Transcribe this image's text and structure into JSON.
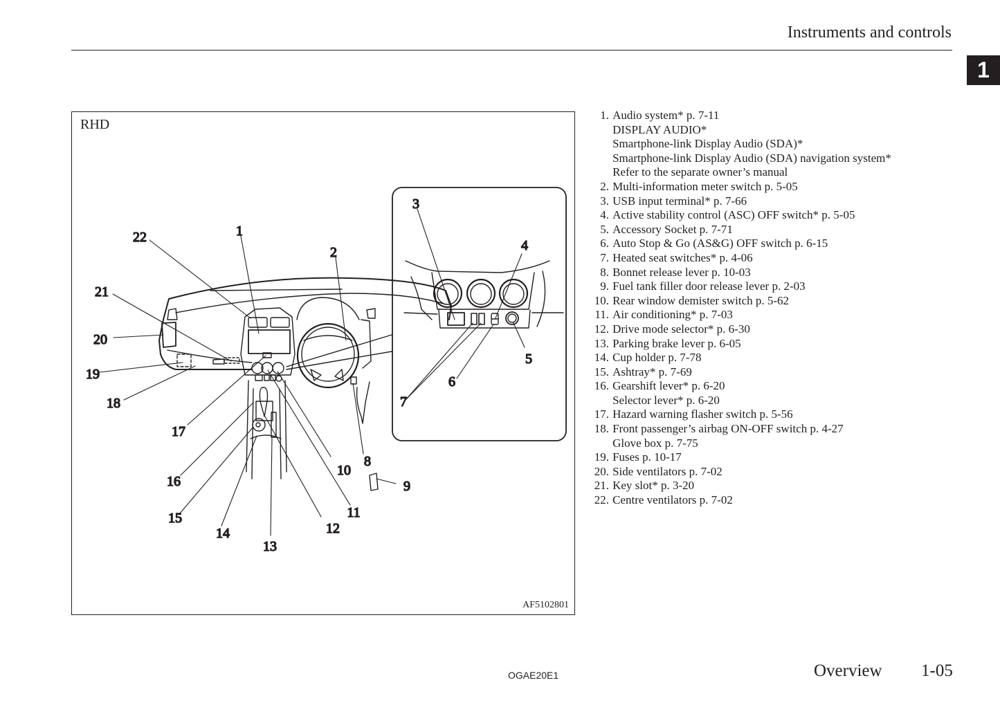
{
  "header": {
    "title": "Instruments and controls",
    "chapter_tab": "1"
  },
  "figure": {
    "label": "RHD",
    "code": "AF5102801",
    "callouts": [
      "1",
      "2",
      "3",
      "4",
      "5",
      "6",
      "7",
      "8",
      "9",
      "10",
      "11",
      "12",
      "13",
      "14",
      "15",
      "16",
      "17",
      "18",
      "19",
      "20",
      "21",
      "22"
    ]
  },
  "legend": [
    {
      "num": "1.",
      "lines": [
        "Audio system* p. 7-11",
        "DISPLAY AUDIO*",
        "Smartphone-link Display Audio (SDA)*",
        "Smartphone-link Display Audio (SDA) navigation system*",
        "Refer to the separate owner’s manual"
      ]
    },
    {
      "num": "2.",
      "lines": [
        "Multi-information meter switch p. 5-05"
      ]
    },
    {
      "num": "3.",
      "lines": [
        "USB input terminal* p. 7-66"
      ]
    },
    {
      "num": "4.",
      "lines": [
        "Active stability control (ASC) OFF switch* p. 5-05"
      ]
    },
    {
      "num": "5.",
      "lines": [
        "Accessory Socket p. 7-71"
      ]
    },
    {
      "num": "6.",
      "lines": [
        "Auto Stop & Go (AS&G) OFF switch p. 6-15"
      ]
    },
    {
      "num": "7.",
      "lines": [
        "Heated seat switches* p. 4-06"
      ]
    },
    {
      "num": "8.",
      "lines": [
        "Bonnet release lever p. 10-03"
      ]
    },
    {
      "num": "9.",
      "lines": [
        "Fuel tank filler door release lever p. 2-03"
      ]
    },
    {
      "num": "10.",
      "lines": [
        "Rear window demister switch p. 5-62"
      ]
    },
    {
      "num": "11.",
      "lines": [
        "Air conditioning* p. 7-03"
      ]
    },
    {
      "num": "12.",
      "lines": [
        "Drive mode selector* p. 6-30"
      ]
    },
    {
      "num": "13.",
      "lines": [
        "Parking brake lever p. 6-05"
      ]
    },
    {
      "num": "14.",
      "lines": [
        "Cup holder p. 7-78"
      ]
    },
    {
      "num": "15.",
      "lines": [
        "Ashtray* p. 7-69"
      ]
    },
    {
      "num": "16.",
      "lines": [
        "Gearshift lever* p. 6-20",
        "Selector lever* p. 6-20"
      ]
    },
    {
      "num": "17.",
      "lines": [
        "Hazard warning flasher switch p. 5-56"
      ]
    },
    {
      "num": "18.",
      "lines": [
        "Front passenger’s airbag ON-OFF switch p. 4-27",
        "Glove box p. 7-75"
      ]
    },
    {
      "num": "19.",
      "lines": [
        "Fuses p. 10-17"
      ]
    },
    {
      "num": "20.",
      "lines": [
        "Side ventilators p. 7-02"
      ]
    },
    {
      "num": "21.",
      "lines": [
        "Key slot* p. 3-20"
      ]
    },
    {
      "num": "22.",
      "lines": [
        "Centre ventilators p. 7-02"
      ]
    }
  ],
  "footer": {
    "doc_code": "OGAE20E1",
    "section": "Overview",
    "page": "1-05"
  }
}
